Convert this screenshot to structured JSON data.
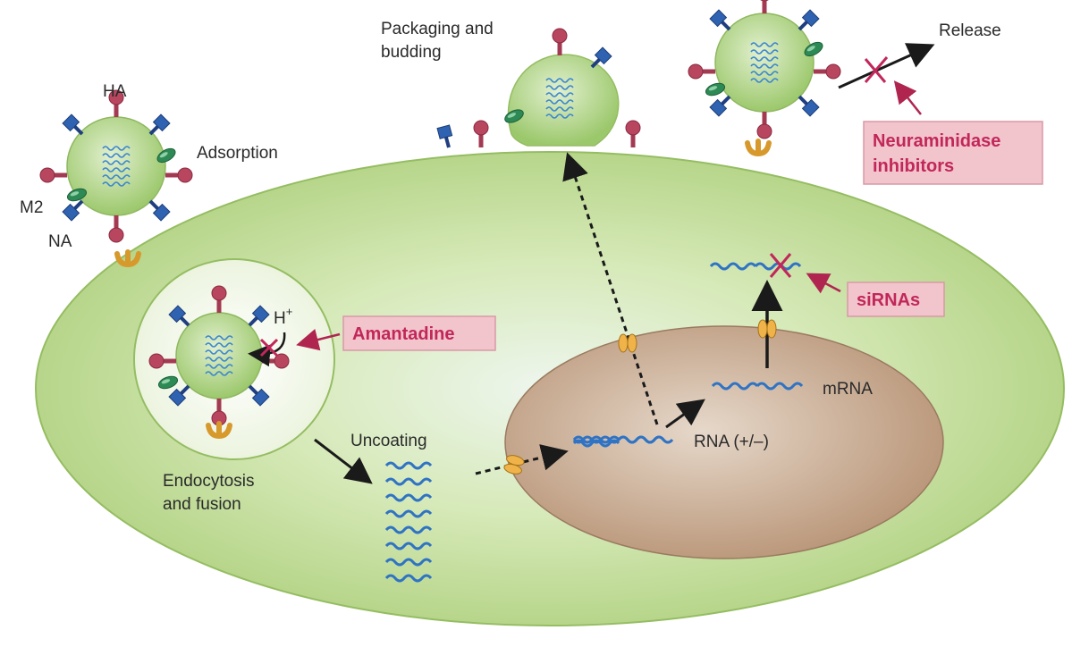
{
  "labels": {
    "packaging_line1": "Packaging and",
    "packaging_line2": "budding",
    "release": "Release",
    "ha": "HA",
    "adsorption": "Adsorption",
    "m2": "M2",
    "na": "NA",
    "h_plus": "H",
    "h_plus_sup": "+",
    "endocytosis_line1": "Endocytosis",
    "endocytosis_line2": "and fusion",
    "uncoating": "Uncoating",
    "rna": "RNA (+/–)",
    "mrna": "mRNA"
  },
  "drugs": {
    "amantadine": "Amantadine",
    "sirnas": "siRNAs",
    "neuraminidase_line1": "Neuraminidase",
    "neuraminidase_line2": "inhibitors"
  },
  "colors": {
    "cell": "#b9d88a",
    "cell_edge": "#9fc36b",
    "nucleus": "#c4a58a",
    "virion": "#a9d07a",
    "ha_knob": "#b8465f",
    "na_square": "#2f62b0",
    "m2_oval": "#2e8a55",
    "receptor": "#e3a83a",
    "rna": "#2f73c4",
    "drug_box": "#f2c4cc",
    "drug_text": "#c1275a",
    "inhibit_x": "#c1275a"
  }
}
